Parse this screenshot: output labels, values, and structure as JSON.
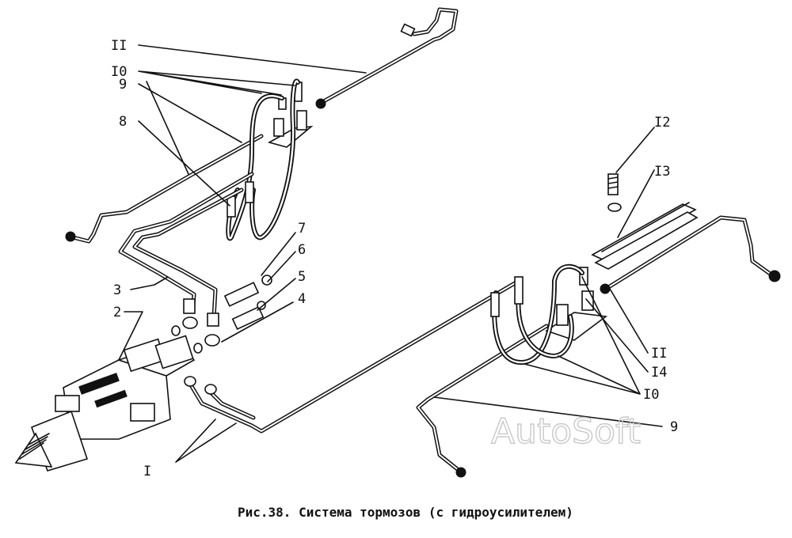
{
  "caption": "Рис.38. Система тормозов (с гидроусилителем)",
  "watermark": "AutoSoft",
  "callouts": {
    "l_11_top": "II",
    "l_10_top": "I0",
    "l_9_top": "9",
    "l_8": "8",
    "l_7": "7",
    "l_6": "6",
    "l_5": "5",
    "l_4": "4",
    "l_3": "3",
    "l_2": "2",
    "l_1": "I",
    "l_12": "I2",
    "l_13": "I3",
    "l_11_right": "II",
    "l_14": "I4",
    "l_10_right": "I0",
    "l_9_right": "9"
  }
}
